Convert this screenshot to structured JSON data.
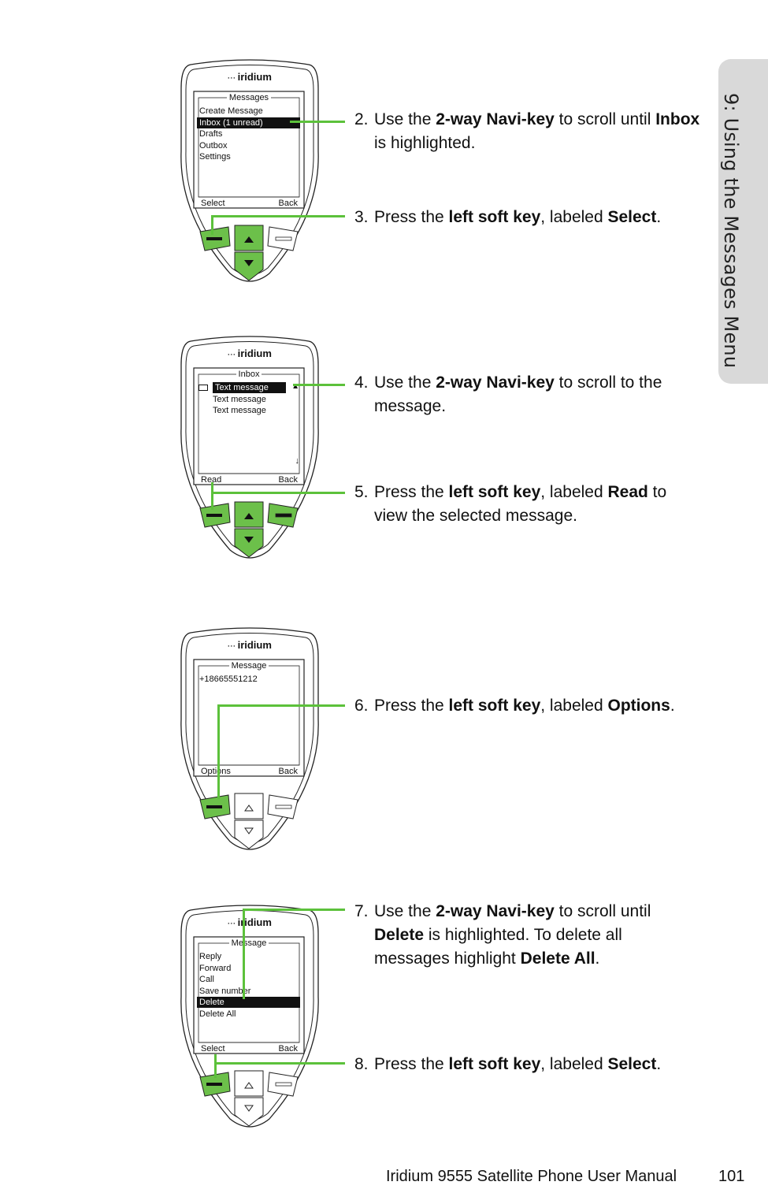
{
  "side_tab": "9: Using the Messages Menu",
  "brand": "iridium",
  "phones": [
    {
      "screen_title": "Messages",
      "items": [
        "Create Message",
        "Inbox (1 unread)",
        "Drafts",
        "Outbox",
        "Settings"
      ],
      "highlight": 1,
      "left_soft": "Select",
      "right_soft": "Back"
    },
    {
      "screen_title": "Inbox",
      "items": [
        "Text message",
        "Text message",
        "Text message"
      ],
      "highlight": 0,
      "left_soft": "Read",
      "right_soft": "Back"
    },
    {
      "screen_title": "Message",
      "items": [
        "+18665551212"
      ],
      "highlight": -1,
      "left_soft": "Options",
      "right_soft": "Back"
    },
    {
      "screen_title": "Message",
      "items": [
        "Reply",
        "Forward",
        "Call",
        "Save number",
        "Delete",
        "Delete All"
      ],
      "highlight": 4,
      "left_soft": "Select",
      "right_soft": "Back"
    }
  ],
  "steps": [
    {
      "num": "2.",
      "parts": [
        [
          "Use the ",
          ""
        ],
        [
          "2-way Navi-key",
          "b"
        ],
        [
          " to scroll until ",
          ""
        ],
        [
          "Inbox",
          "b"
        ],
        [
          " is highlighted.",
          ""
        ]
      ]
    },
    {
      "num": "3.",
      "parts": [
        [
          "Press the ",
          ""
        ],
        [
          "left soft key",
          "b"
        ],
        [
          ", labeled ",
          ""
        ],
        [
          "Select",
          "b"
        ],
        [
          ".",
          ""
        ]
      ]
    },
    {
      "num": "4.",
      "parts": [
        [
          "Use the ",
          ""
        ],
        [
          "2-way Navi-key",
          "b"
        ],
        [
          " to scroll to the message.",
          ""
        ]
      ]
    },
    {
      "num": "5.",
      "parts": [
        [
          "Press the ",
          ""
        ],
        [
          "left soft key",
          "b"
        ],
        [
          ", labeled ",
          ""
        ],
        [
          "Read",
          "b"
        ],
        [
          " to view the selected message.",
          ""
        ]
      ]
    },
    {
      "num": "6.",
      "parts": [
        [
          "Press the ",
          ""
        ],
        [
          "left soft key",
          "b"
        ],
        [
          ", labeled ",
          ""
        ],
        [
          "Options",
          "b"
        ],
        [
          ".",
          ""
        ]
      ]
    },
    {
      "num": "7.",
      "parts": [
        [
          "Use the ",
          ""
        ],
        [
          "2-way Navi-key",
          "b"
        ],
        [
          " to scroll until ",
          ""
        ],
        [
          "Delete",
          "b"
        ],
        [
          " is highlighted. To delete all messages highlight ",
          ""
        ],
        [
          "Delete All",
          "b"
        ],
        [
          ".",
          ""
        ]
      ]
    },
    {
      "num": "8.",
      "parts": [
        [
          "Press the ",
          ""
        ],
        [
          "left soft key",
          "b"
        ],
        [
          ", labeled ",
          ""
        ],
        [
          "Select",
          "b"
        ],
        [
          ".",
          ""
        ]
      ]
    }
  ],
  "footer": "Iridium 9555 Satellite Phone User Manual",
  "page_number": "101",
  "colors": {
    "accent_green": "#5cc13b",
    "key_green": "#6cc04a",
    "tab_gray": "#d9d9d9"
  }
}
